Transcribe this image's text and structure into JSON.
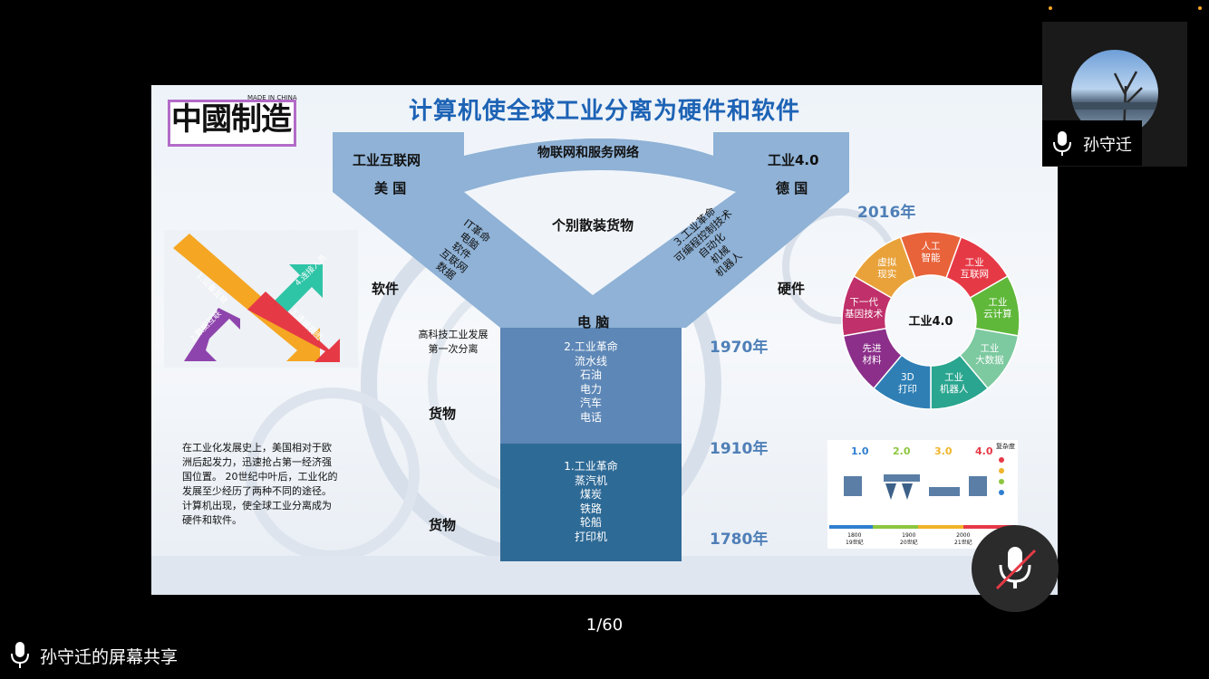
{
  "meeting": {
    "presenter_thumbnail_name": "孙守迁",
    "share_label": "孙守迁的屏幕共享",
    "page_counter": "1/60"
  },
  "slide": {
    "logo_text": "中國制造",
    "logo_small": "MADE IN CHINA",
    "title": "计算机使全球工业分离为硬件和软件",
    "left_top": [
      "工业互联网",
      "美 国"
    ],
    "right_top": [
      "工业4.0",
      "德 国"
    ],
    "funnel_arc": "物联网和服务网络",
    "center_goods": "个别散装货物",
    "left_diag": [
      "IT革命",
      "电脑",
      "软件",
      "互联网",
      "数据"
    ],
    "right_diag": [
      "3.工业革命",
      "可编程控制技术",
      "自动化",
      "机械",
      "机器人"
    ],
    "computer": "电 脑",
    "software": "软件",
    "hardware": "硬件",
    "hightech": [
      "高科技工业发展",
      "第一次分离"
    ],
    "goods1": "货物",
    "goods2": "货物",
    "second_rev": [
      "2.工业革命",
      "流水线",
      "石油",
      "电力",
      "汽车",
      "电话"
    ],
    "first_rev": [
      "1.工业革命",
      "蒸汽机",
      "煤炭",
      "铁路",
      "轮船",
      "打印机"
    ],
    "years": {
      "y2016": "2016年",
      "y1970": "1970年",
      "y1910": "1910年",
      "y1780": "1780年"
    },
    "description": "在工业化发展史上，美国相对于欧洲后起发力，迅速抢占第一经济强国位置。 20世纪中叶后，工业化的发展至少经历了两种不同的途径。计算机出现，使全球工业分离成为硬件和软件。",
    "arrows": [
      "1.设备互联",
      "2.数据互联",
      "3.连接视图",
      "4.连接人员"
    ],
    "wheel_center": "工业4.0",
    "wheel_segments": [
      {
        "label": "人工\n智能",
        "color": "#e8633a"
      },
      {
        "label": "工业\n互联网",
        "color": "#e63946"
      },
      {
        "label": "工业\n云计算",
        "color": "#5fb83a"
      },
      {
        "label": "工业\n大数据",
        "color": "#7dc9a0"
      },
      {
        "label": "工业\n机器人",
        "color": "#2aa58f"
      },
      {
        "label": "3D\n打印",
        "color": "#2f7fb5"
      },
      {
        "label": "先进\n材料",
        "color": "#8b2f8a"
      },
      {
        "label": "下一代\n基因技术",
        "color": "#c0306a"
      },
      {
        "label": "虚拟\n现实",
        "color": "#e9a23a"
      }
    ],
    "timeline": {
      "stages": [
        "1.0",
        "2.0",
        "3.0",
        "4.0"
      ],
      "stage_colors": [
        "#2f7fd0",
        "#8cc63f",
        "#f0b429",
        "#e63946"
      ],
      "complexity": "复杂度",
      "years": [
        [
          "1800",
          "19世纪"
        ],
        [
          "1900",
          "20世纪"
        ],
        [
          "2000",
          "21世纪"
        ]
      ]
    }
  }
}
